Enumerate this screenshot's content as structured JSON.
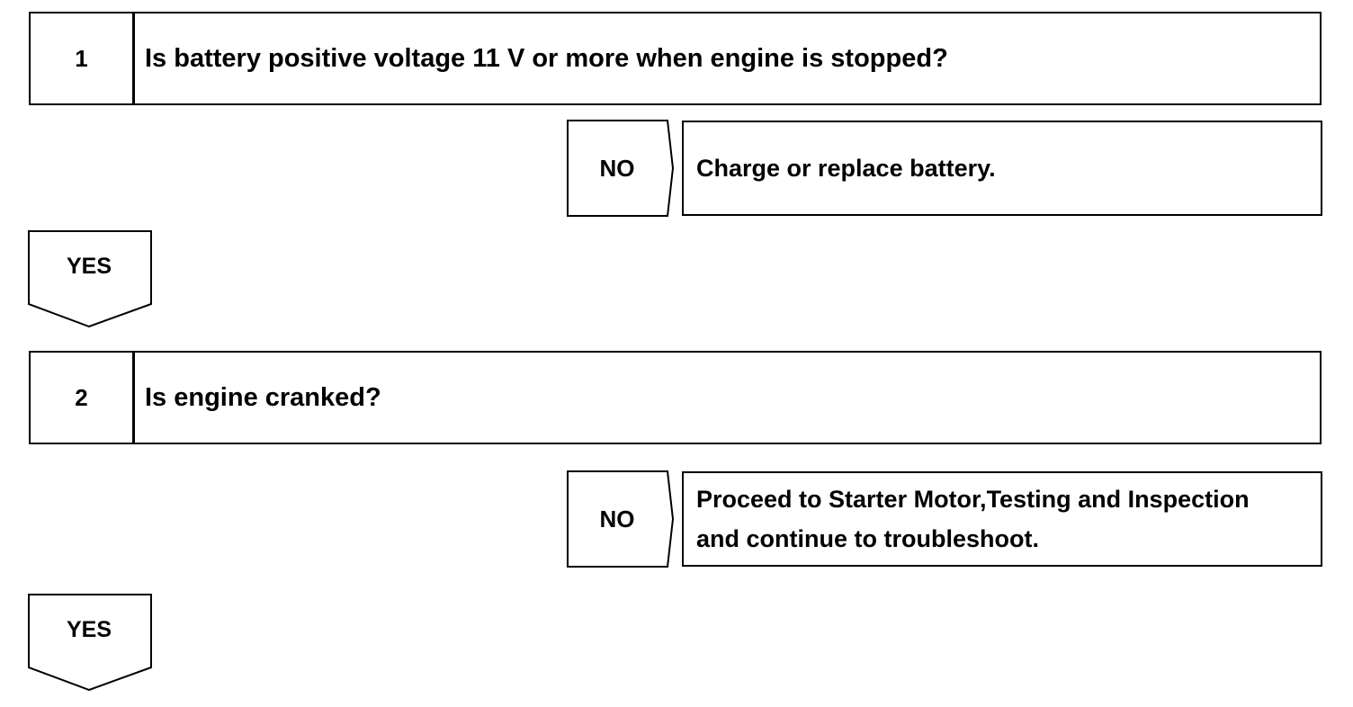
{
  "steps": [
    {
      "number": "1",
      "question": "Is battery positive voltage 11 V or more when engine is stopped?",
      "no_label": "NO",
      "no_action": [
        "Charge or replace battery."
      ],
      "yes_label": "YES"
    },
    {
      "number": "2",
      "question": "Is engine cranked?",
      "no_label": "NO",
      "no_action": [
        "Proceed to Starter Motor,Testing and Inspection",
        "and continue to troubleshoot."
      ],
      "yes_label": "YES"
    }
  ]
}
